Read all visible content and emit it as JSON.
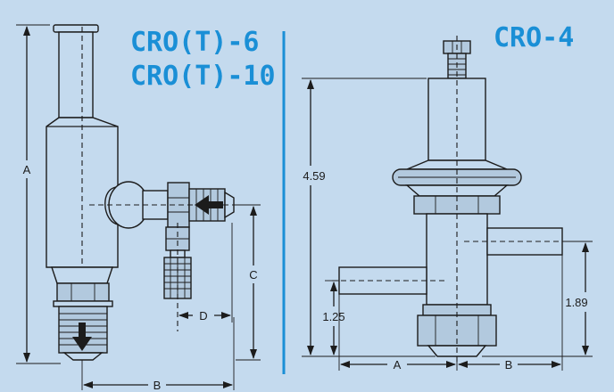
{
  "titles": {
    "left_line1": "CRO(T)-6",
    "left_line2": "CRO(T)-10",
    "right": "CRO-4"
  },
  "dimensions": {
    "left_a": "A",
    "left_b": "B",
    "left_c": "C",
    "left_d": "D",
    "right_height": "4.59",
    "right_a": "A",
    "right_b": "B",
    "right_upper": "1.89",
    "right_lower": "1.25"
  },
  "colors": {
    "background": "#c4daee",
    "title": "#1a8fd6",
    "line": "#1c1c1c"
  }
}
